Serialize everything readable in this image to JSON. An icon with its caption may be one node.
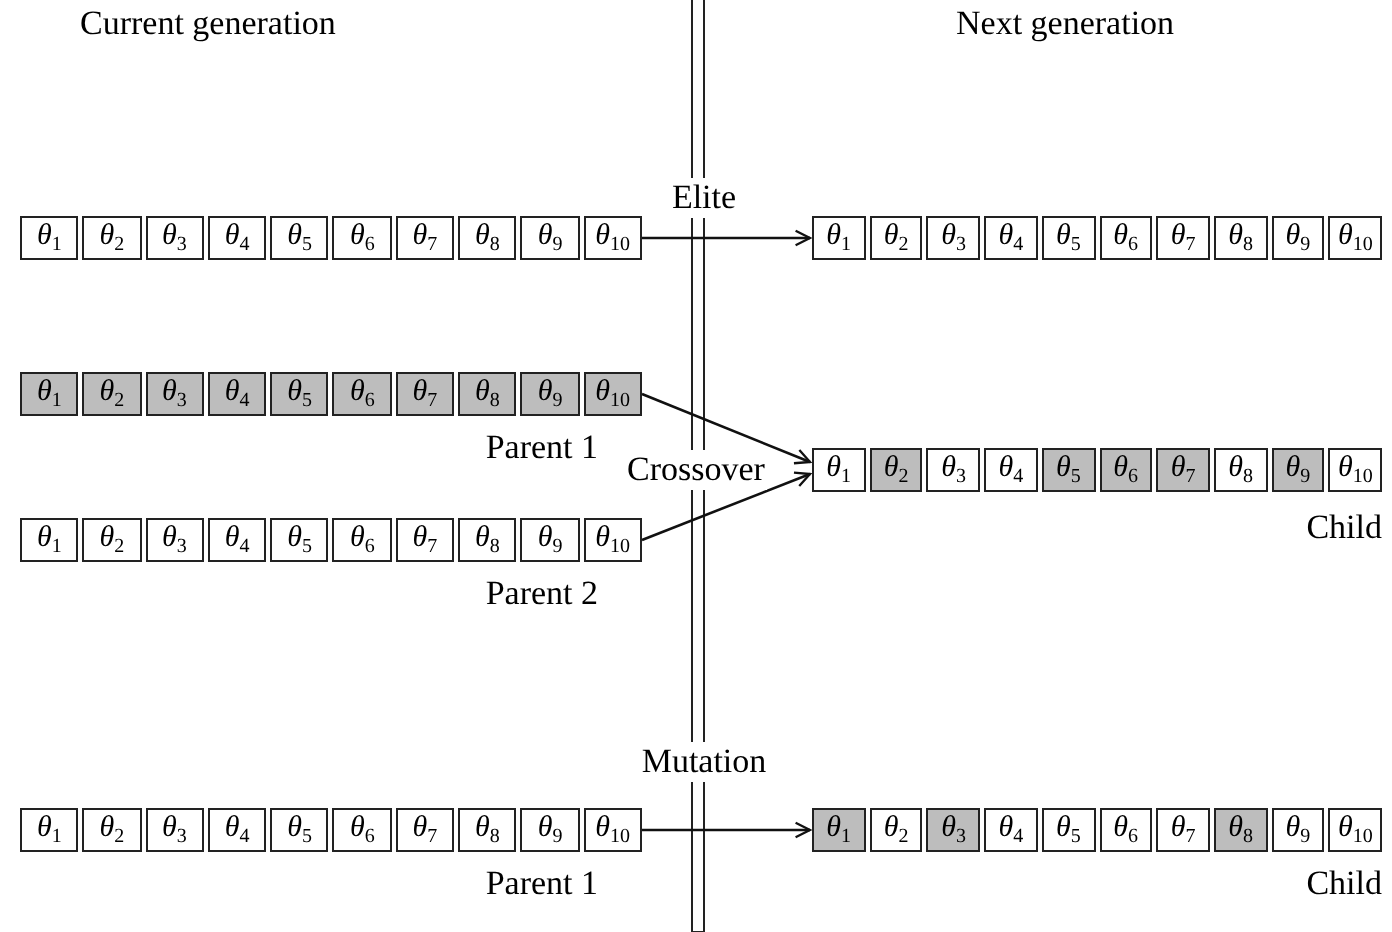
{
  "diagram": {
    "nodes": [
      {
        "text": [],
        "shape": "box"
      },
      {
        "text": [
          "*θ*$_{1}$"
        ],
        "in": 0
      },
      {
        "text": [
          "*θ*$_{2}$"
        ],
        "in": 0
      },
      {
        "text": [
          "*θ*$_{3}$"
        ],
        "in": 0
      },
      {
        "text": [
          "*θ*$_{4}$"
        ],
        "in": 0
      },
      {
        "text": [
          "*θ*$_{5}$"
        ],
        "in": 0
      },
      {
        "text": [
          "*θ*$_{6}$"
        ],
        "in": 0
      },
      {
        "text": [
          "*θ*$_{7}$"
        ],
        "in": 0
      },
      {
        "text": [
          "*θ*$_{8}$"
        ],
        "in": 0
      },
      {
        "text": [
          "*θ*$_{9}$"
        ],
        "in": 0
      },
      {
        "text": [
          "*θ*$_{10}$"
        ],
        "in": 0
      },
      {
        "text": [],
        "shape": "box"
      },
      {
        "text": [
          "*θ*$_{1}$"
        ],
        "in": 11
      },
      {
        "text": [
          "*θ*$_{2}$"
        ],
        "in": 11
      },
      {
        "text": [
          "*θ*$_{3}$"
        ],
        "in": 11
      },
      {
        "text": [
          "*θ*$_{4}$"
        ],
        "in": 11
      },
      {
        "text": [
          "*θ*$_{5}$"
        ],
        "in": 11
      },
      {
        "text": [
          "*θ*$_{6}$"
        ],
        "in": 11
      },
      {
        "text": [
          "*θ*$_{7}$"
        ],
        "in": 11
      },
      {
        "text": [
          "*θ*$_{8}$"
        ],
        "in": 11
      },
      {
        "text": [
          "*θ*$_{9}$"
        ],
        "in": 11
      },
      {
        "text": [
          "*θ*$_{10}$"
        ],
        "in": 11
      },
      {
        "text": [],
        "shape": "box",
        "beside": [
          "Parent 1"
        ]
      },
      {
        "text": [
          "*θ*$_{1}$"
        ],
        "in": 22
      },
      {
        "text": [
          "*θ*$_{2}$"
        ],
        "in": 22
      },
      {
        "text": [
          "*θ*$_{3}$"
        ],
        "in": 22
      },
      {
        "text": [
          "*θ*$_{4}$"
        ],
        "in": 22
      },
      {
        "text": [
          "*θ*$_{5}$"
        ],
        "in": 22
      },
      {
        "text": [
          "*θ*$_{6}$"
        ],
        "in": 22
      },
      {
        "text": [
          "*θ*$_{7}$"
        ],
        "in": 22
      },
      {
        "text": [
          "*θ*$_{8}$"
        ],
        "in": 22
      },
      {
        "text": [
          "*θ*$_{9}$"
        ],
        "in": 22
      },
      {
        "text": [
          "*θ*$_{10}$"
        ],
        "in": 22
      },
      {
        "text": [],
        "shape": "box",
        "beside": [
          "Child"
        ]
      },
      {
        "text": [
          "*θ*$_{1}$"
        ],
        "in": 33
      },
      {
        "text": [
          "*θ*$_{2}$"
        ],
        "in": 33
      },
      {
        "text": [
          "*θ*$_{3}$"
        ],
        "in": 33
      },
      {
        "text": [
          "*θ*$_{4}$"
        ],
        "in": 33
      },
      {
        "text": [
          "*θ*$_{5}$"
        ],
        "in": 33
      },
      {
        "text": [
          "*θ*$_{6}$"
        ],
        "in": 33
      },
      {
        "text": [
          "*θ*$_{7}$"
        ],
        "in": 33
      },
      {
        "text": [
          "*θ*$_{8}$"
        ],
        "in": 33
      },
      {
        "text": [
          "*θ*$_{9}$"
        ],
        "in": 33
      },
      {
        "text": [
          "*θ*$_{10}$"
        ],
        "in": 33
      },
      {
        "text": [],
        "shape": "box",
        "beside": [
          "Parent 2"
        ]
      },
      {
        "text": [
          "*θ*$_{1}$"
        ],
        "in": 44
      },
      {
        "text": [
          "*θ*$_{2}$"
        ],
        "in": 44
      },
      {
        "text": [
          "*θ*$_{3}$"
        ],
        "in": 44
      },
      {
        "text": [
          "*θ*$_{4}$"
        ],
        "in": 44
      },
      {
        "text": [
          "*θ*$_{5}$"
        ],
        "in": 44
      },
      {
        "text": [
          "*θ*$_{6}$"
        ],
        "in": 44
      },
      {
        "text": [
          "*θ*$_{7}$"
        ],
        "in": 44
      },
      {
        "text": [
          "*θ*$_{8}$"
        ],
        "in": 44
      },
      {
        "text": [
          "*θ*$_{9}$"
        ],
        "in": 44
      },
      {
        "text": [
          "*θ*$_{10}$"
        ],
        "in": 44
      },
      {
        "text": [],
        "shape": "box",
        "beside": [
          "Parent 1"
        ]
      },
      {
        "text": [
          "*θ*$_{1}$"
        ],
        "in": 55
      },
      {
        "text": [
          "*θ*$_{2}$"
        ],
        "in": 55
      },
      {
        "text": [
          "*θ*$_{3}$"
        ],
        "in": 55
      },
      {
        "text": [
          "*θ*$_{4}$"
        ],
        "in": 55
      },
      {
        "text": [
          "*θ*$_{5}$"
        ],
        "in": 55
      },
      {
        "text": [
          "*θ*$_{6}$"
        ],
        "in": 55
      },
      {
        "text": [
          "*θ*$_{7}$"
        ],
        "in": 55
      },
      {
        "text": [
          "*θ*$_{8}$"
        ],
        "in": 55
      },
      {
        "text": [
          "*θ*$_{9}$"
        ],
        "in": 55
      },
      {
        "text": [
          "*θ*$_{10}$"
        ],
        "in": 55
      },
      {
        "text": [],
        "shape": "box",
        "beside": [
          "Child"
        ]
      },
      {
        "text": [
          "*θ*$_{1}$"
        ],
        "in": 66
      },
      {
        "text": [
          "*θ*$_{2}$"
        ],
        "in": 66
      },
      {
        "text": [
          "*θ*$_{3}$"
        ],
        "in": 66
      },
      {
        "text": [
          "*θ*$_{4}$"
        ],
        "in": 66
      },
      {
        "text": [
          "*θ*$_{5}$"
        ],
        "in": 66
      },
      {
        "text": [
          "*θ*$_{6}$"
        ],
        "in": 66
      },
      {
        "text": [
          "*θ*$_{7}$"
        ],
        "in": 66
      },
      {
        "text": [
          "*θ*$_{8}$"
        ],
        "in": 66
      },
      {
        "text": [
          "*θ*$_{9}$"
        ],
        "in": 66
      },
      {
        "text": [
          "*θ*$_{10}$"
        ],
        "in": 66
      }
    ],
    "edges": [
      {
        "from": 0,
        "to": 11,
        "arrow": "to",
        "label": "Elite"
      },
      {
        "from": 22,
        "to": 33,
        "arrow": "to",
        "label": "Crossover"
      },
      {
        "from": 44,
        "to": 33,
        "arrow": "to"
      },
      {
        "from": 55,
        "to": 66,
        "arrow": "to",
        "label": "Mutation"
      }
    ],
    "labels": [
      "Current generation",
      "Next generation"
    ]
  }
}
